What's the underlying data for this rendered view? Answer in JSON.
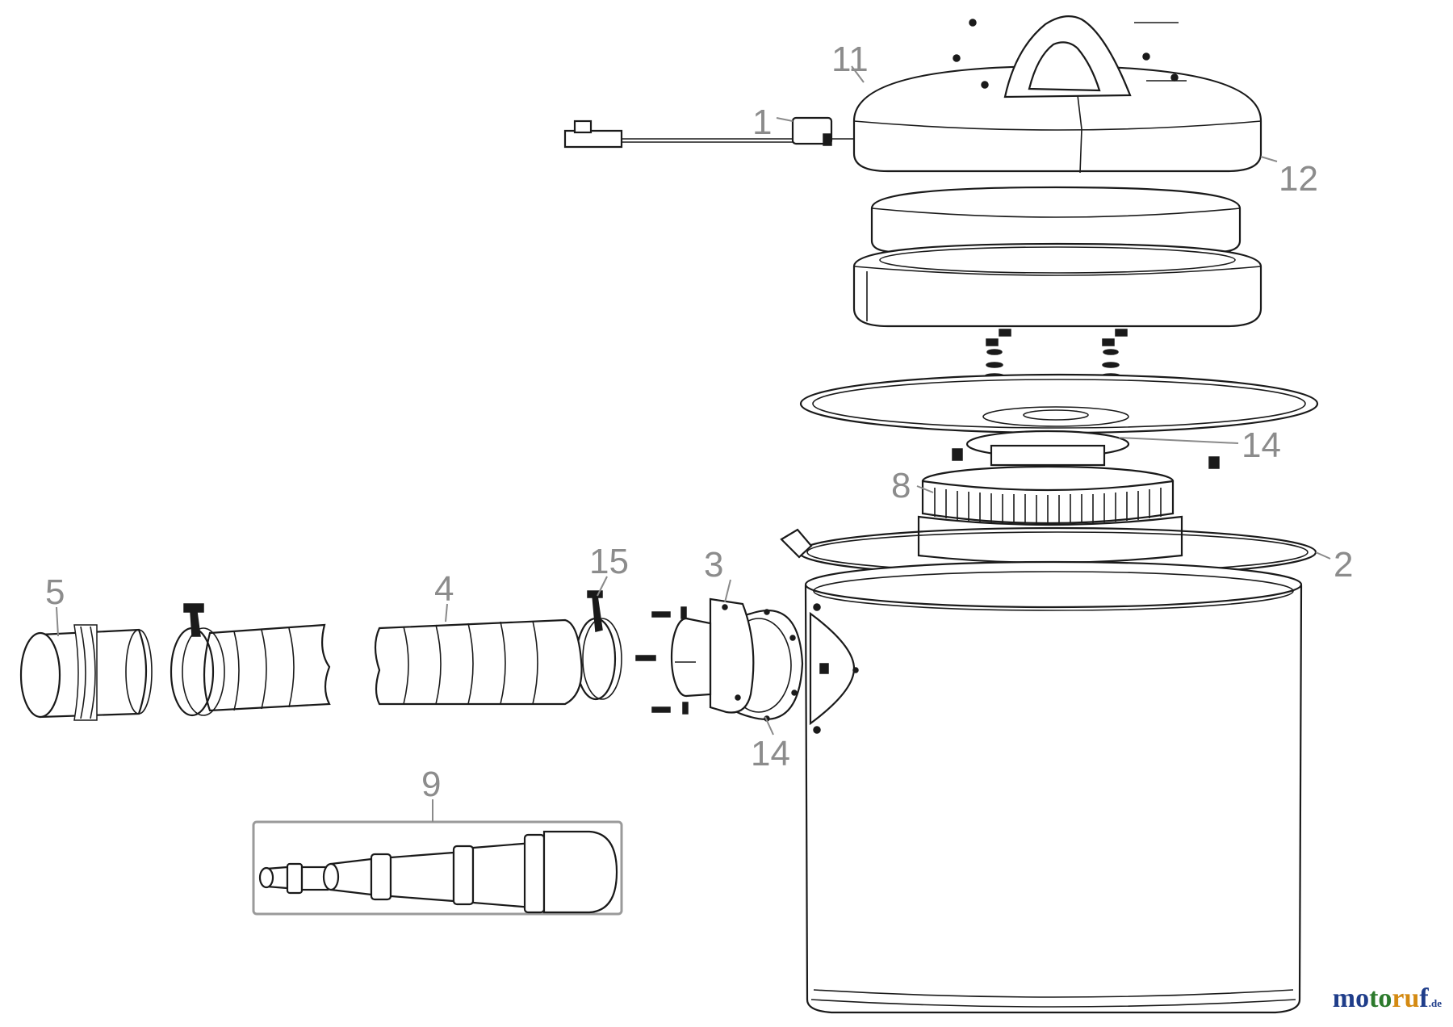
{
  "callouts": {
    "c1": "1",
    "c2": "2",
    "c3": "3",
    "c4": "4",
    "c5": "5",
    "c8": "8",
    "c9": "9",
    "c11": "11",
    "c12": "12",
    "c14a": "14",
    "c14b": "14",
    "c15": "15"
  },
  "watermark": {
    "p1": "mo",
    "p2": "to",
    "p3": "ru",
    "p4": "f",
    "suffix": ".de"
  },
  "colors": {
    "line": "#1a1a1a",
    "callout": "#8c8c8c",
    "brand_blue": "#1f3d8a",
    "brand_green": "#2c7a2c",
    "brand_orange": "#d48a12"
  }
}
